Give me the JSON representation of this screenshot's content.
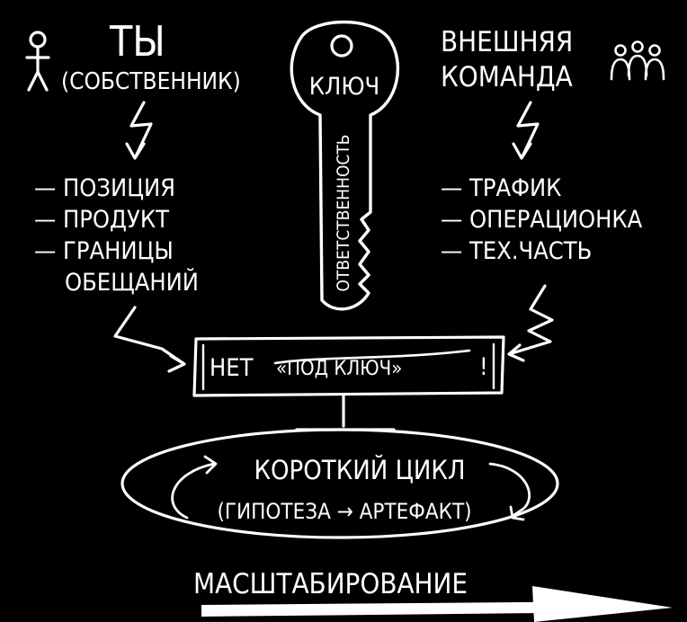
{
  "left_party": {
    "title": "ТЫ",
    "subtitle": "(СОБСТВЕННИК)",
    "items": [
      "— ПОЗИЦИЯ",
      "— ПРОДУКТ",
      "— ГРАНИЦЫ",
      "ОБЕЩАНИЙ"
    ]
  },
  "key": {
    "label": "КЛЮЧ",
    "shaft_label": "ОТВЕТСТВЕННОСТЬ"
  },
  "right_party": {
    "title_line1": "ВНЕШНЯЯ",
    "title_line2": "КОМАНДА",
    "items": [
      "— ТРАФИК",
      "— ОПЕРАЦИОНКА",
      "— ТЕХ.ЧАСТЬ"
    ]
  },
  "banner": {
    "prefix": "НЕТ",
    "struck": "«ПОД КЛЮЧ»",
    "suffix": "!"
  },
  "cycle": {
    "line1": "КОРОТКИЙ ЦИКЛ",
    "line2": "(ГИПОТЕЗА → АРТЕФАКТ)"
  },
  "scaling": {
    "label": "МАСШТАБИРОВАНИЕ"
  },
  "colors": {
    "background": "#000000",
    "ink": "#ffffff"
  }
}
